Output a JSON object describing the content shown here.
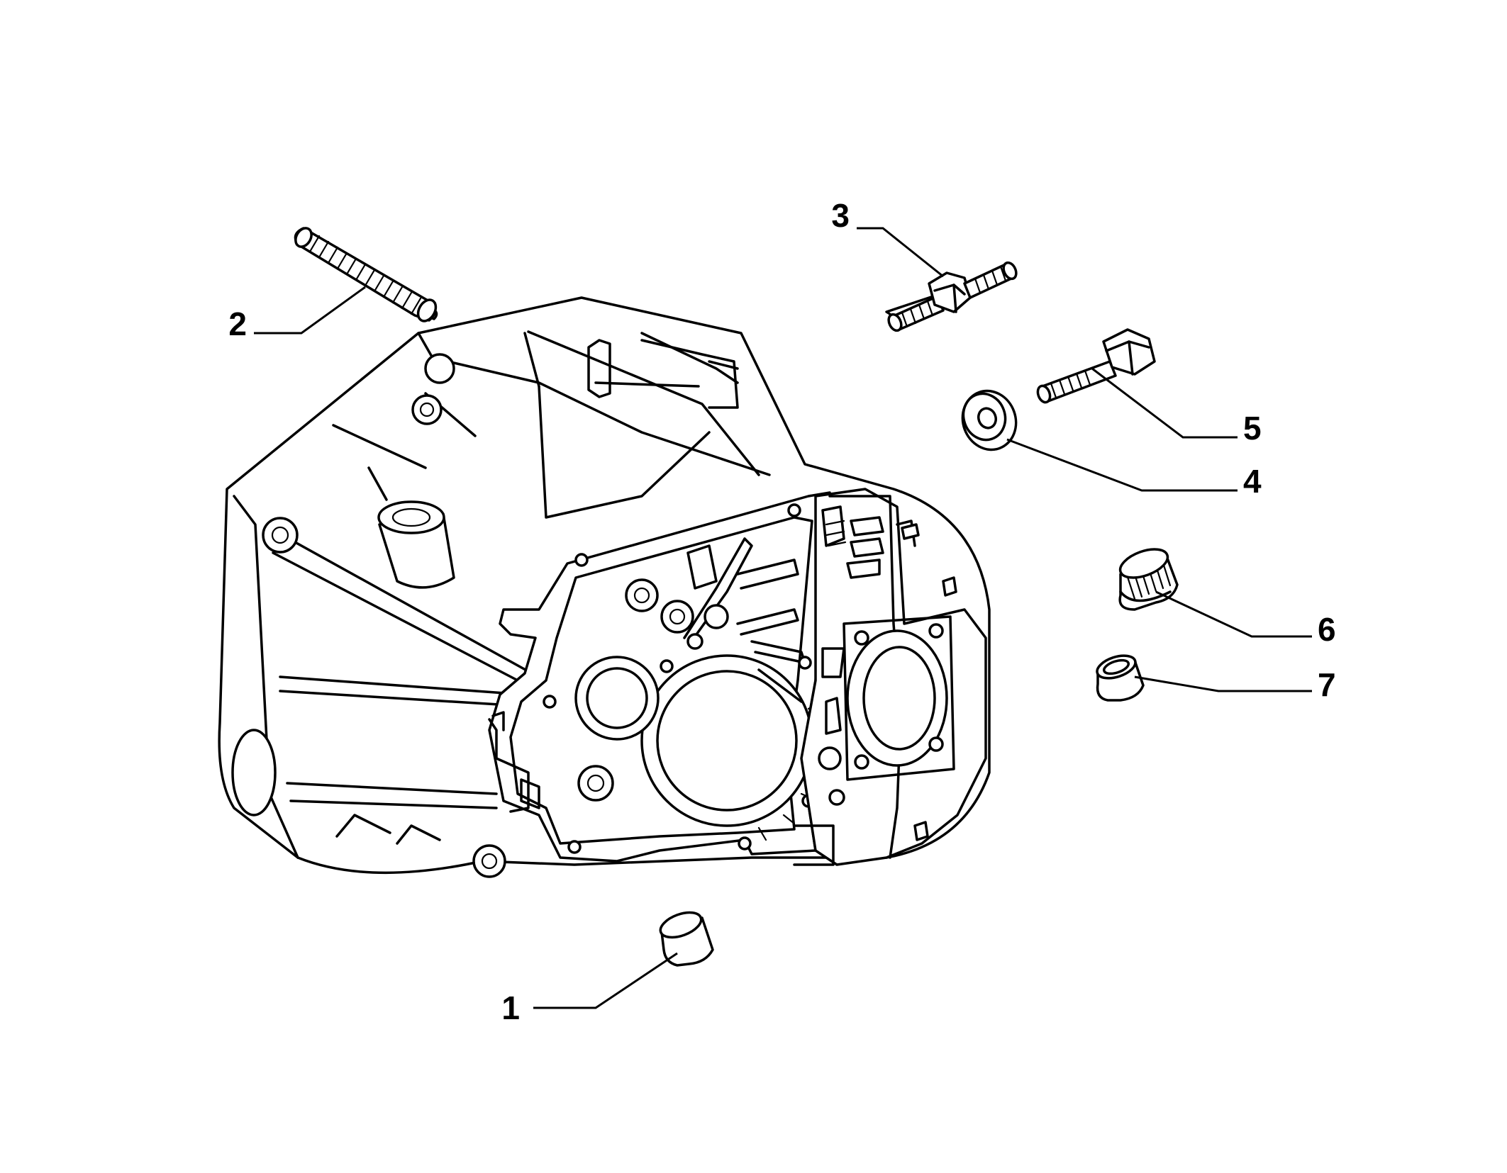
{
  "diagram": {
    "callouts": [
      {
        "id": "1",
        "label": "1"
      },
      {
        "id": "2",
        "label": "2"
      },
      {
        "id": "3",
        "label": "3"
      },
      {
        "id": "4",
        "label": "4"
      },
      {
        "id": "5",
        "label": "5"
      },
      {
        "id": "6",
        "label": "6"
      },
      {
        "id": "7",
        "label": "7"
      }
    ]
  },
  "icons": {
    "housing": "gearbox-housing-icon",
    "stud": "stud-icon",
    "double_stud": "double-stud-icon",
    "washer": "washer-icon",
    "bolt": "bolt-icon",
    "plug": "threaded-plug-icon",
    "bush": "bush-icon",
    "dowel": "dowel-pin-icon"
  },
  "colors": {
    "line": "#000000",
    "background": "#ffffff"
  }
}
